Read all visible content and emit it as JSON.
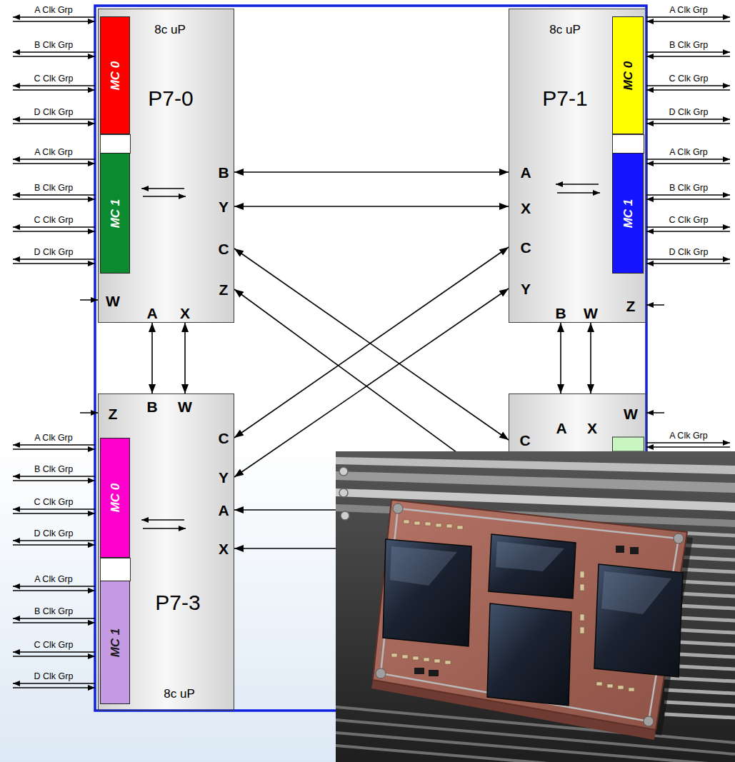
{
  "diagram": {
    "nodes": [
      {
        "text": [
          "8c uP",
          "P7-0",
          "B",
          "Y",
          "C",
          "Z",
          "W",
          "A",
          "X"
        ]
      },
      {
        "text": [
          "MC 0"
        ],
        "in": 0
      },
      {
        "text": [
          "MC 1"
        ],
        "in": 0
      },
      {
        "text": [
          "8c uP",
          "P7-1",
          "A",
          "X",
          "C",
          "Y",
          "Z",
          "B",
          "W"
        ]
      },
      {
        "text": [
          "MC 0"
        ],
        "in": 3
      },
      {
        "text": [
          "MC 1"
        ],
        "in": 3
      },
      {
        "text": [
          "Z",
          "B",
          "W",
          "C",
          "Y",
          "A",
          "X",
          "P7-3",
          "8c uP"
        ]
      },
      {
        "text": [
          "MC 0"
        ],
        "in": 6
      },
      {
        "text": [
          "MC 1"
        ],
        "in": 6
      },
      {
        "text": [
          "W",
          "A",
          "X",
          "C"
        ]
      }
    ],
    "edges": [
      {
        "from": 0,
        "to": 3,
        "arrow": "both"
      },
      {
        "from": 0,
        "to": 3,
        "arrow": "both"
      },
      {
        "from": 0,
        "to": 6,
        "arrow": "both"
      },
      {
        "from": 0,
        "to": 6,
        "arrow": "both"
      },
      {
        "from": 0,
        "to": 9,
        "arrow": "both"
      },
      {
        "from": 9,
        "to": 0,
        "arrow": "to"
      },
      {
        "from": 3,
        "to": 6,
        "arrow": "both"
      },
      {
        "from": 3,
        "to": 6,
        "arrow": "both"
      },
      {
        "from": 3,
        "to": 9,
        "arrow": "both"
      },
      {
        "from": 3,
        "to": 9,
        "arrow": "both"
      },
      {
        "from": 9,
        "to": 6,
        "arrow": "to"
      },
      {
        "from": 9,
        "to": 6,
        "arrow": "to"
      }
    ],
    "labels": [
      "A Clk Grp",
      "B Clk Grp",
      "C Clk Grp",
      "D Clk Grp",
      "A Clk Grp",
      "B Clk Grp",
      "C Clk Grp",
      "D Clk Grp",
      "A Clk Grp",
      "B Clk Grp",
      "C Clk Grp",
      "D Clk Grp",
      "A Clk Grp",
      "B Clk Grp",
      "C Clk Grp",
      "D Clk Grp",
      "A Clk Grp",
      "B Clk Grp",
      "C Clk Grp",
      "D Clk Grp",
      "A Clk Grp",
      "B Clk Grp",
      "C Clk Grp",
      "D Clk Grp",
      "A Clk Grp"
    ]
  }
}
